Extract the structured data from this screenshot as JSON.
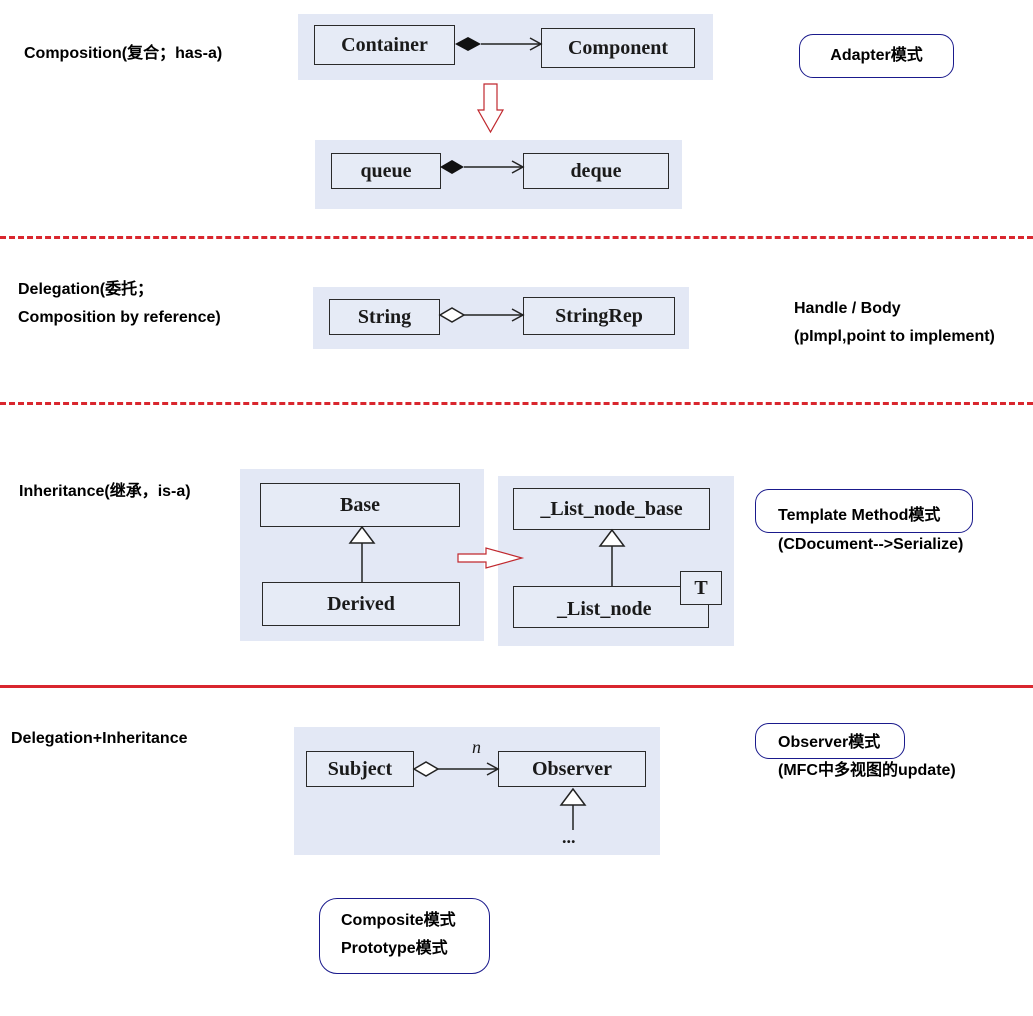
{
  "sections": {
    "composition": {
      "label": "Composition(复合；has-a)",
      "diagram1": {
        "left": "Container",
        "right": "Component"
      },
      "diagram2": {
        "left": "queue",
        "right": "deque"
      },
      "pattern": "Adapter模式"
    },
    "delegation": {
      "label_line1": "Delegation(委托；",
      "label_line2": "Composition by reference)",
      "diagram": {
        "left": "String",
        "right": "StringRep"
      },
      "note_line1": "Handle / Body",
      "note_line2": "(pImpl,point to implement)"
    },
    "inheritance": {
      "label": "Inheritance(继承，is-a)",
      "diagram1": {
        "base": "Base",
        "derived": "Derived"
      },
      "diagram2": {
        "base": "_List_node_base",
        "derived": "_List_node",
        "template_param": "T"
      },
      "pattern": "Template Method模式",
      "note": "(CDocument-->Serialize)"
    },
    "delegation_inheritance": {
      "label": "Delegation+Inheritance",
      "diagram": {
        "left": "Subject",
        "right": "Observer",
        "multiplicity": "n",
        "ellipsis": "..."
      },
      "pattern": "Observer模式",
      "note": "(MFC中多视图的update)",
      "extra_patterns": [
        "Composite模式",
        "Prototype模式"
      ]
    }
  },
  "colors": {
    "rule": "#d9262e",
    "pill_border": "#1a1a8c",
    "panel": "#e3e8f5",
    "arrow_outline": "#c0282e"
  }
}
